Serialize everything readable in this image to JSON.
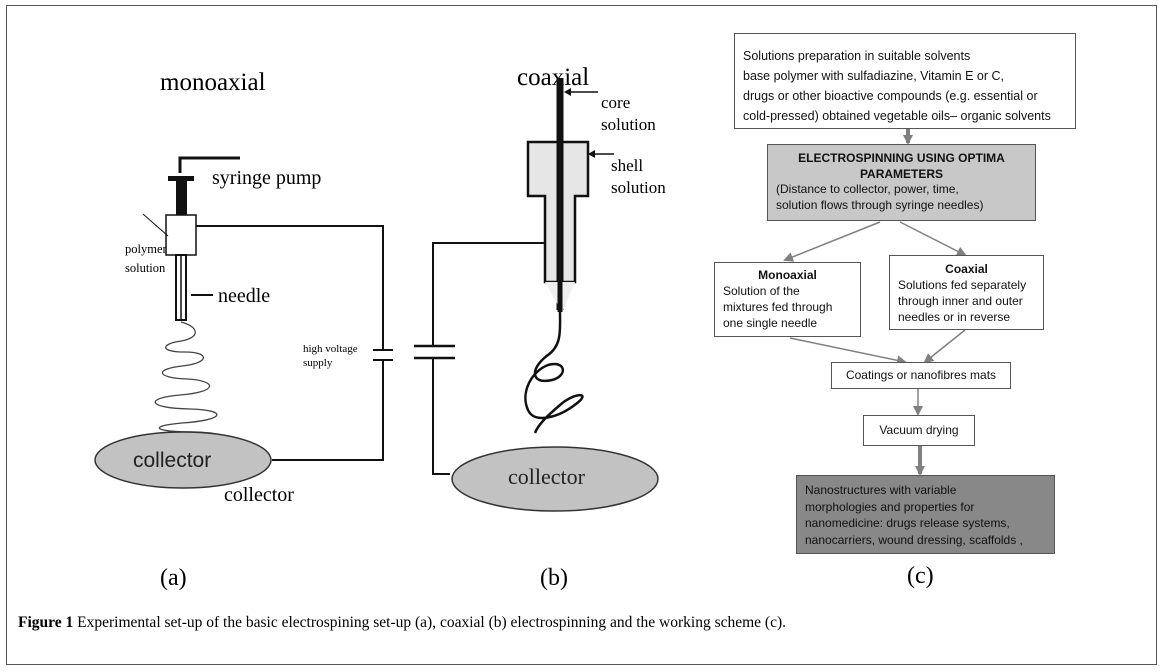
{
  "panel_a": {
    "title": "monoaxial",
    "syringe_pump": "syringe pump",
    "polymer_line1": "polymer",
    "polymer_line2": "solution",
    "needle": "needle",
    "hv_line1": "high voltage",
    "hv_line2": "supply",
    "collector_inside": "collector",
    "collector_below": "collector",
    "label": "(a)"
  },
  "panel_b": {
    "title": "coaxial",
    "core_line1": "core",
    "core_line2": "solution",
    "shell_line1": "shell",
    "shell_line2": "solution",
    "collector": "collector",
    "label": "(b)"
  },
  "panel_c": {
    "box1_l1": "Solutions preparation in suitable solvents",
    "box1_l2": "base polymer with sulfadiazine, Vitamin E or C,",
    "box1_l3": "drugs or other bioactive compounds (e.g. essential or",
    "box1_l4": "cold-pressed) obtained vegetable oils– organic solvents",
    "box2_l1": "ELECTROSPINNING USING OPTIMA",
    "box2_l2": "PARAMETERS",
    "box2_l3": "(Distance to collector, power, time,",
    "box2_l4": "solution flows through syringe needles)",
    "mono_title": "Monoaxial",
    "mono_l1": "Solution of the",
    "mono_l2": "mixtures fed through",
    "mono_l3": "one single needle",
    "coax_title": "Coaxial",
    "coax_l1": "Solutions fed separately",
    "coax_l2": "through inner and outer",
    "coax_l3": "needles or in reverse",
    "coatings": "Coatings or nanofibres mats",
    "vacuum": "Vacuum drying",
    "final_l1": "Nanostructures with variable",
    "final_l2": "morphologies and properties for",
    "final_l3": "nanomedicine: drugs release systems,",
    "final_l4": "nanocarriers, wound dressing, scaffolds ,",
    "label": "(c)"
  },
  "caption": {
    "bold": "Figure 1",
    "text": " Experimental set-up of the basic electrospining set-up (a), coaxial (b) electrospinning and the working scheme (c)."
  },
  "colors": {
    "box_gray": "#c8c8c8",
    "box_dark": "#888888",
    "collector_fill": "#c2c2c2",
    "arrow": "#808080"
  }
}
